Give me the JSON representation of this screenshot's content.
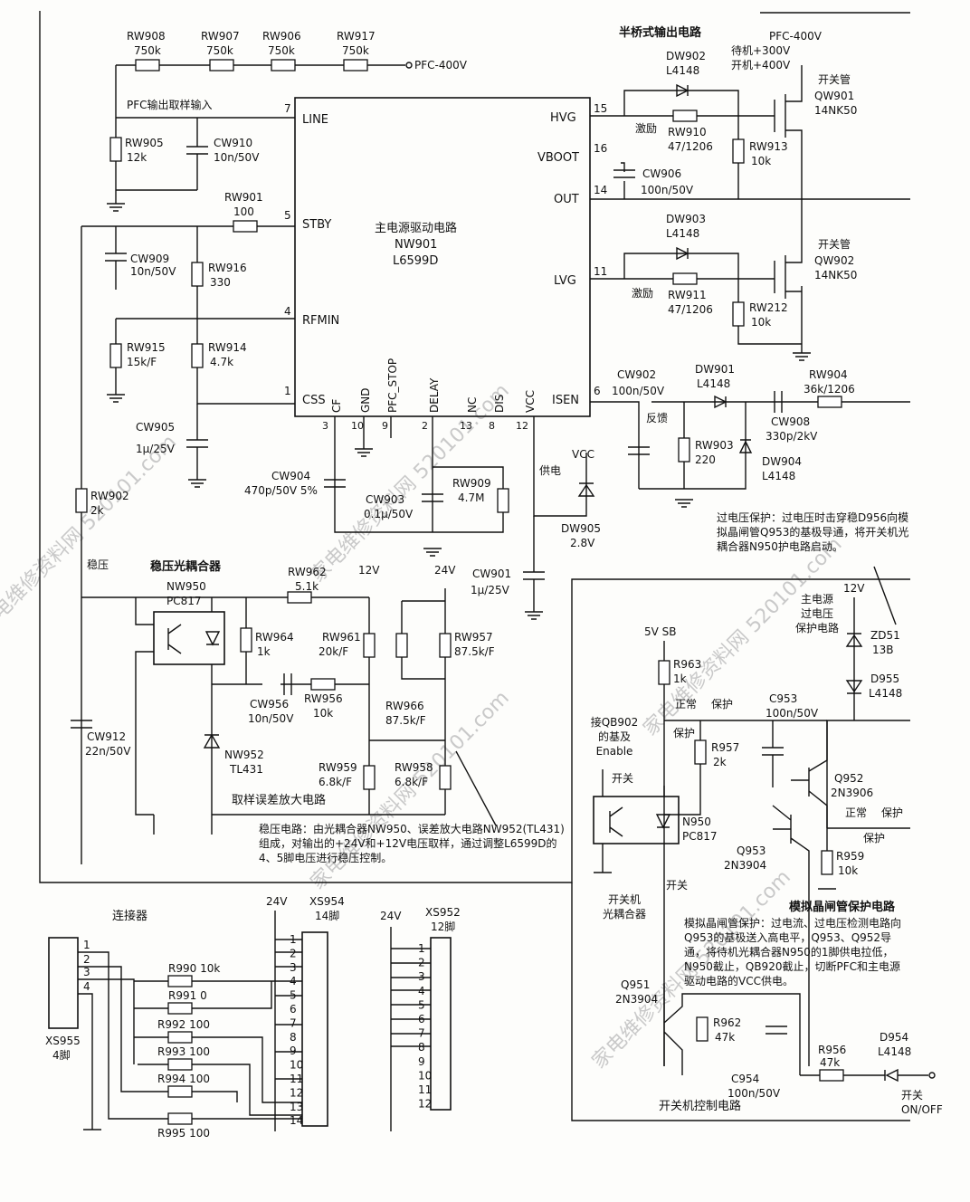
{
  "ic": {
    "title": "主电源驱动电路",
    "ref": "NW901",
    "part": "L6599D",
    "pins_left": [
      {
        "num": "7",
        "name": "LINE"
      },
      {
        "num": "5",
        "name": "STBY"
      },
      {
        "num": "4",
        "name": "RFMIN"
      },
      {
        "num": "1",
        "name": "CSS"
      }
    ],
    "pins_right": [
      {
        "num": "15",
        "name": "HVG"
      },
      {
        "num": "16",
        "name": "VBOOT"
      },
      {
        "num": "14",
        "name": "OUT"
      },
      {
        "num": "11",
        "name": "LVG"
      },
      {
        "num": "6",
        "name": "ISEN"
      }
    ],
    "pins_bottom": [
      {
        "num": "3",
        "name": "CF"
      },
      {
        "num": "10",
        "name": "GND"
      },
      {
        "num": "9",
        "name": "PFC_STOP"
      },
      {
        "num": "2",
        "name": "DELAY"
      },
      {
        "num": "13",
        "name": "NC"
      },
      {
        "num": "8",
        "name": "DIS"
      },
      {
        "num": "12",
        "name": "VCC"
      }
    ]
  },
  "section_labels": {
    "half_bridge": "半桥式输出电路",
    "pfc_sample": "PFC输出取样输入",
    "regulator_opto": "稳压光耦合器",
    "error_amp": "取样误差放大电路",
    "connector": "连接器",
    "main_ovp": "主电源\n过电压\n保护电路",
    "scr_protect": "模拟晶闸管保护电路",
    "onoff_control": "开关机控制电路",
    "onoff_opto": "开关机\n光耦合器",
    "qb902": "接QB902\n的基及\nEnable"
  },
  "signals": {
    "pfc_400v": "PFC-400V",
    "pfc_400v_top": "PFC-400V",
    "standby": "待机+300V",
    "poweron": "开机+400V",
    "excite": "激励",
    "feedback": "反馈",
    "supply": "供电",
    "vcc": "VCC",
    "regulate": "稳压",
    "v12": "12V",
    "v24": "24V",
    "v5sb": "5V SB",
    "normal": "正常",
    "protect": "保护",
    "switch": "开关",
    "onoff": "ON/OFF"
  },
  "components": {
    "RW908": "750k",
    "RW907": "750k",
    "RW906": "750k",
    "RW917": "750k",
    "RW905": "12k",
    "CW910": "10n/50V",
    "RW901": "100",
    "CW909": "10n/50V",
    "RW916": "330",
    "RW915": "15k/F",
    "RW914": "4.7k",
    "CW905": "1μ/25V",
    "RW902": "2k",
    "CW904": "470p/50V 5%",
    "CW903": "0.1μ/50V",
    "RW909": "4.7M",
    "DW905": "2.8V",
    "CW901": "1μ/25V",
    "DW902": "L4148",
    "RW910": "47/1206",
    "RW913": "10k",
    "CW906": "100n/50V",
    "QW901": "14NK50",
    "DW903": "L4148",
    "RW911": "47/1206",
    "RW212": "10k",
    "QW902": "14NK50",
    "CW902": "100n/50V",
    "DW901": "L4148",
    "RW903": "220",
    "DW904": "L4148",
    "CW908": "330p/2kV",
    "RW904": "36k/1206",
    "NW950": "PC817",
    "RW962": "5.1k",
    "RW964": "1k",
    "RW961": "20k/F",
    "RW957": "87.5k/F",
    "CW956": "10n/50V",
    "RW956": "10k",
    "RW966": "87.5k/F",
    "NW952": "TL431",
    "RW959": "6.8k/F",
    "RW958": "6.8k/F",
    "CW912": "22n/50V",
    "R963": "1k",
    "C953": "100n/50V",
    "R957": "2k",
    "Q952": "2N3906",
    "Q953": "2N3904",
    "R959": "10k",
    "N950": "PC817",
    "ZD51": "13B",
    "D955": "L4148",
    "Q951": "2N3904",
    "R962": "47k",
    "C954": "100n/50V",
    "R956": "47k",
    "D954": "L4148",
    "R990": "10k",
    "R991": "0",
    "R992": "100",
    "R993": "100",
    "R994": "100",
    "R995": "100"
  },
  "switch_tubes": {
    "QW901": "开关管",
    "QW902": "开关管"
  },
  "connectors": {
    "xs955": {
      "name": "XS955",
      "pins": "4脚",
      "numbers": [
        "1",
        "2",
        "3",
        "4"
      ]
    },
    "xs954": {
      "name": "XS954",
      "pins": "14脚",
      "numbers": [
        "1",
        "2",
        "3",
        "4",
        "5",
        "6",
        "7",
        "8",
        "9",
        "10",
        "11",
        "12",
        "13",
        "14"
      ]
    },
    "xs952": {
      "name": "XS952",
      "pins": "12脚",
      "numbers": [
        "1",
        "2",
        "3",
        "4",
        "5",
        "6",
        "7",
        "8",
        "9",
        "10",
        "11",
        "12"
      ]
    }
  },
  "notes": {
    "ovp": "过电压保护：过电压时击穿稳D956向模拟晶闸管Q953的基极导通，将开关机光耦合器N950护电路启动。",
    "regulation": "稳压电路：由光耦合器NW950、误差放大电路NW952(TL431)组成，对输出的+24V和+12V电压取样，通过调整L6599D的4、5脚电压进行稳压控制。",
    "scr": "模拟晶闸管保护：过电流、过电压检测电路向Q953的基极送入高电平，Q953、Q952导通，将待机光耦合器N950的1脚供电拉低，N950截止，QB920截止，切断PFC和主电源驱动电路的VCC供电。"
  },
  "watermark": "家电维修资料网 520101.com"
}
